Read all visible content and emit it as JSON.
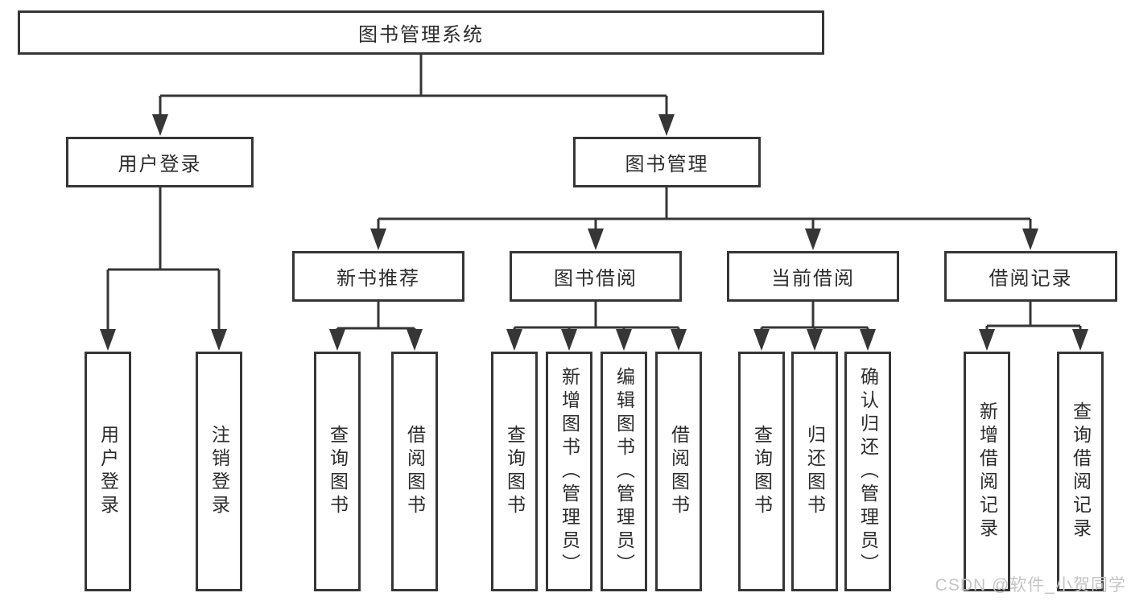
{
  "diagram": {
    "root": {
      "label": "图书管理系统"
    },
    "level1": [
      {
        "label": "用户登录"
      },
      {
        "label": "图书管理"
      }
    ],
    "level2": [
      {
        "label": "新书推荐"
      },
      {
        "label": "图书借阅"
      },
      {
        "label": "当前借阅"
      },
      {
        "label": "借阅记录"
      }
    ],
    "leaves": {
      "user_login": [
        {
          "label": "用户登录"
        },
        {
          "label": "注销登录"
        }
      ],
      "new_books": [
        {
          "label": "查询图书"
        },
        {
          "label": "借阅图书"
        }
      ],
      "book_borrow": [
        {
          "label": "查询图书"
        },
        {
          "label": "新增图书（管理员）"
        },
        {
          "label": "编辑图书（管理员）"
        },
        {
          "label": "借阅图书"
        }
      ],
      "current_borrow": [
        {
          "label": "查询图书"
        },
        {
          "label": "归还图书"
        },
        {
          "label": "确认归还（管理员）"
        }
      ],
      "borrow_records": [
        {
          "label": "新增借阅记录"
        },
        {
          "label": "查询借阅记录"
        }
      ]
    }
  },
  "watermark": {
    "text": "CSDN @软件_小贺同学"
  },
  "colors": {
    "line": "#363636",
    "text": "#2c2c2c",
    "background": "#ffffff",
    "watermark": "#c5c5c5"
  }
}
